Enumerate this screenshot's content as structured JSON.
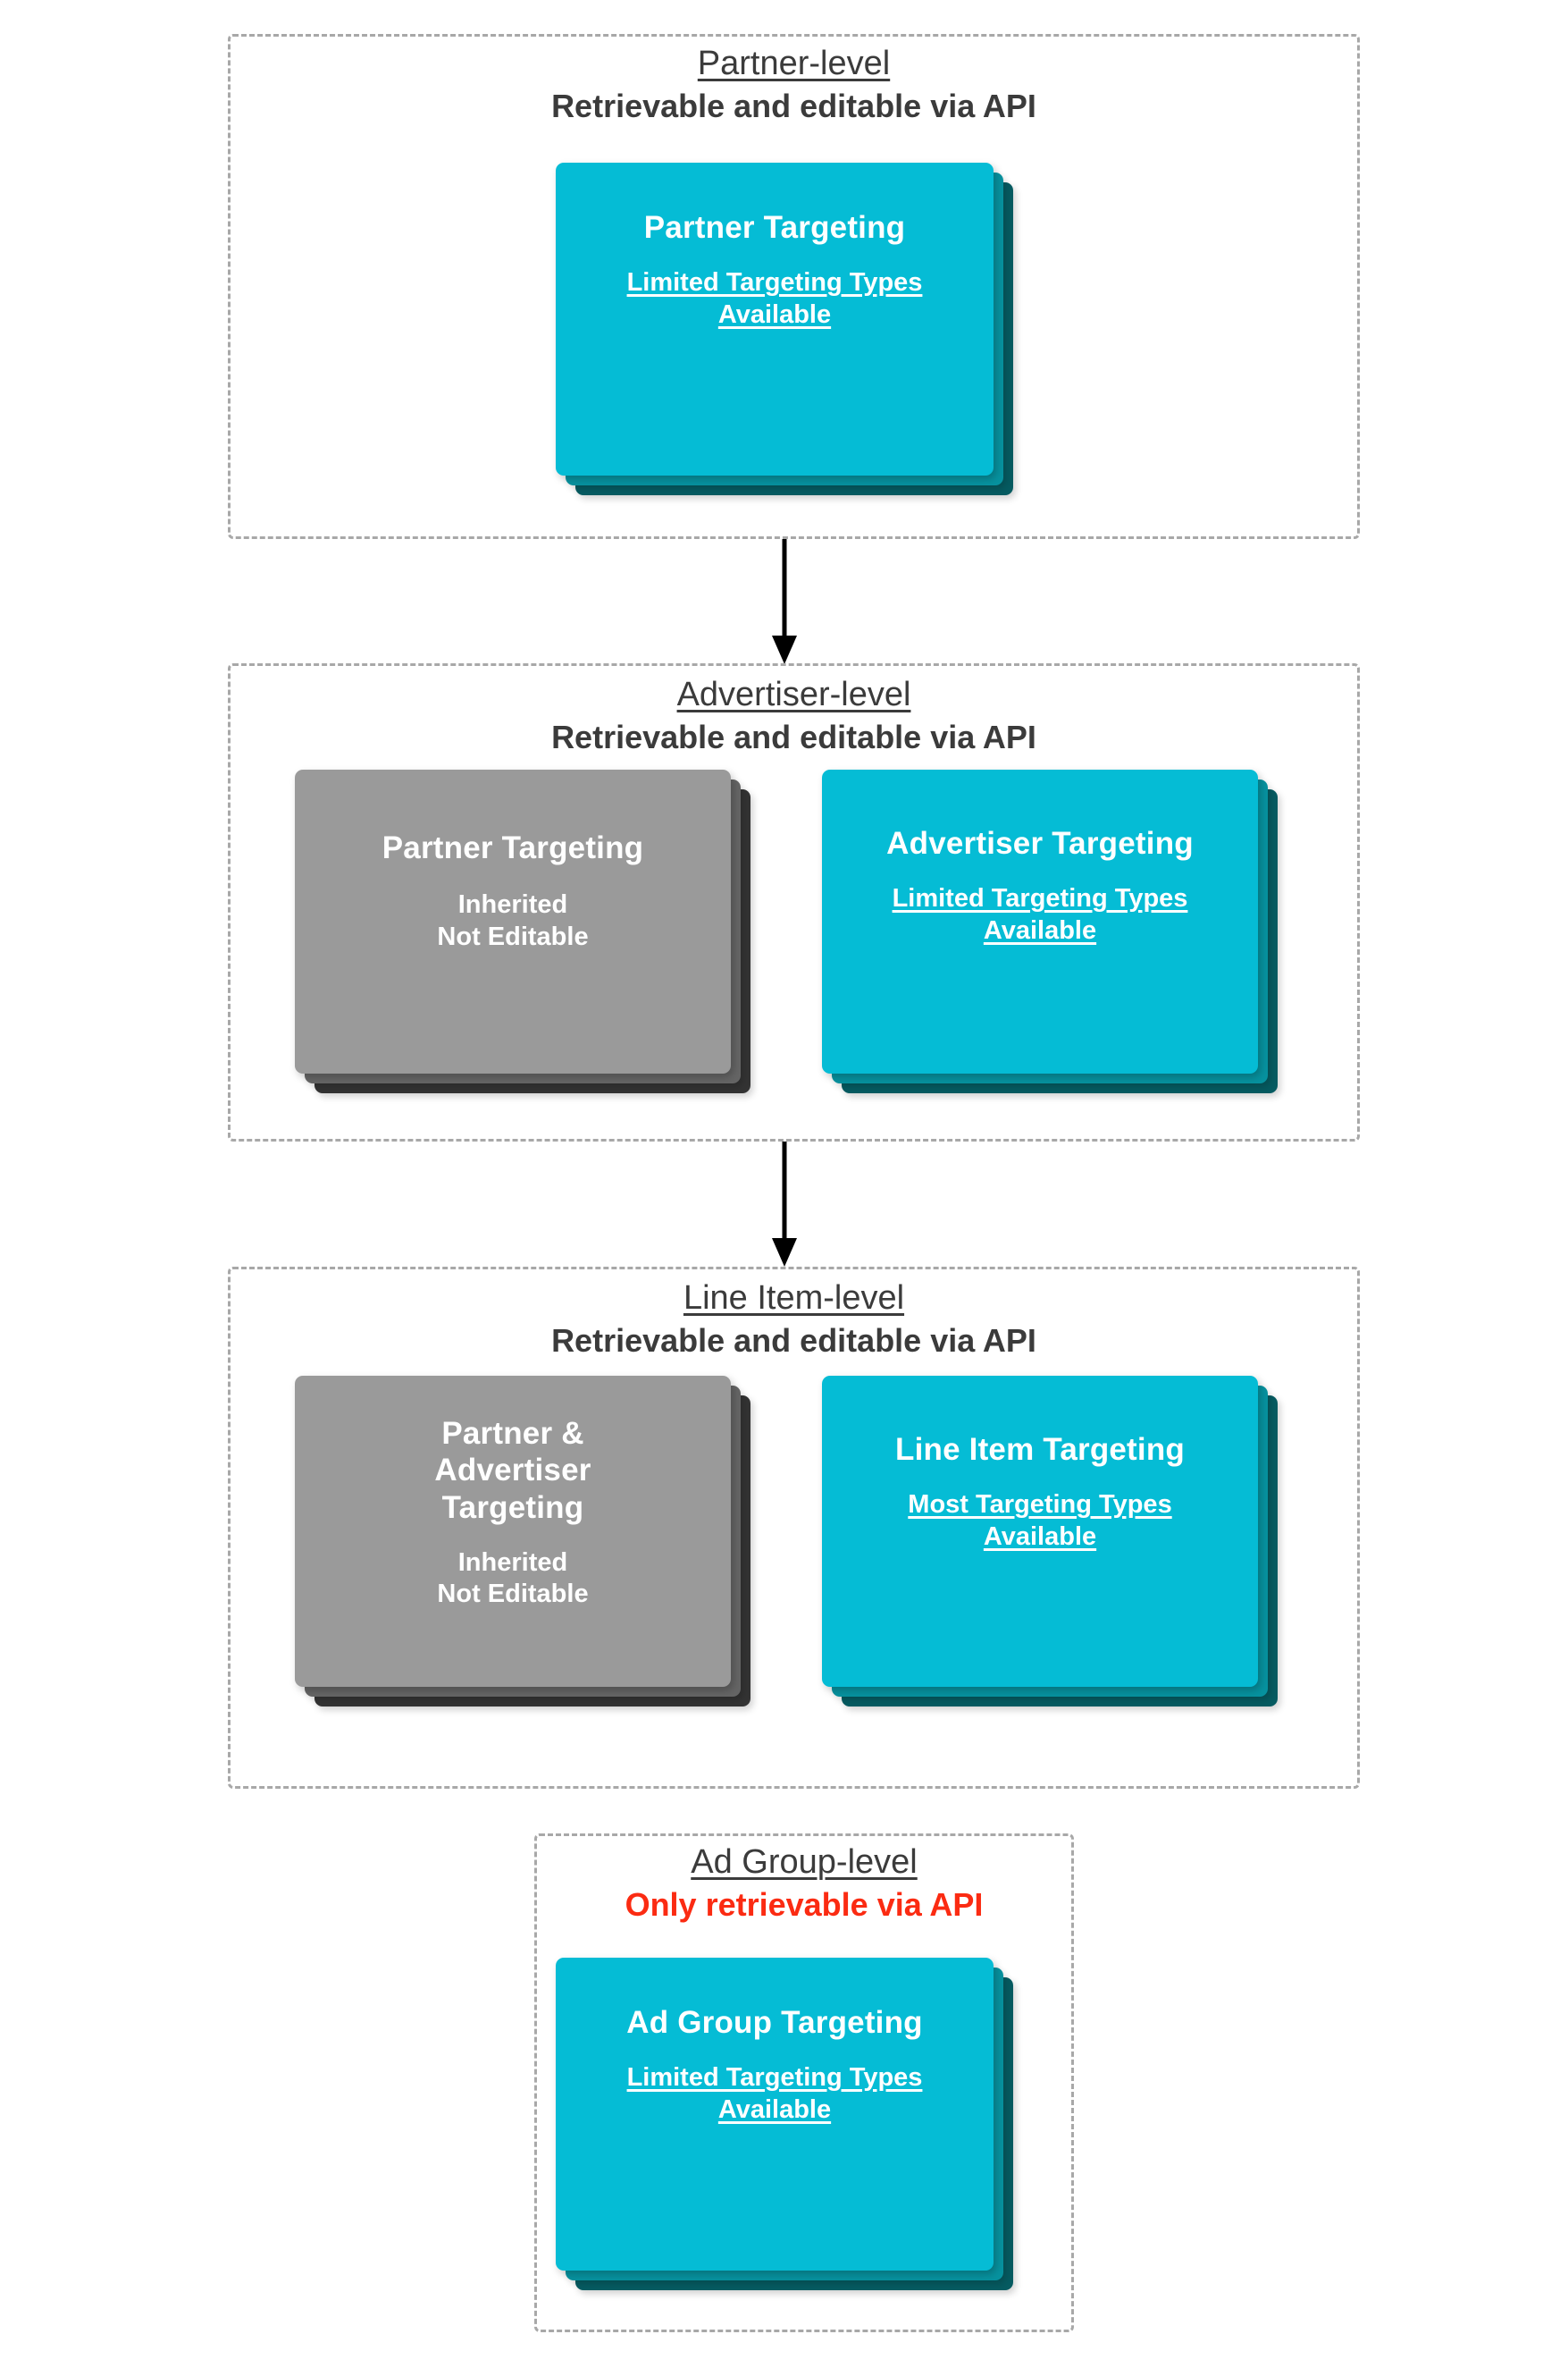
{
  "diagram": {
    "title_text_color": "#3b3b3b",
    "accent_cyan": "#05bcd5",
    "accent_cyan_mid": "#07929f",
    "accent_cyan_back": "#065b61",
    "accent_grey": "#9a9a9a",
    "accent_grey_mid": "#656565",
    "accent_grey_back": "#333333",
    "danger_red": "#fb2b12",
    "dash_border_color": "#a8a8a8"
  },
  "levels": [
    {
      "id": "partner",
      "title": "Partner-level",
      "subtitle": "Retrievable and editable via API",
      "subtitle_is_danger": false,
      "cards": [
        {
          "id": "partner-targeting",
          "style": "cyan",
          "title": "Partner Targeting",
          "sub_line1": "Limited Targeting Types",
          "sub_line2": "Available",
          "sub_underlined": true
        }
      ]
    },
    {
      "id": "advertiser",
      "title": "Advertiser-level",
      "subtitle": "Retrievable and editable via API",
      "subtitle_is_danger": false,
      "cards": [
        {
          "id": "inherited-partner-targeting",
          "style": "grey",
          "title": "Partner Targeting",
          "sub_line1": "Inherited",
          "sub_line2": "Not Editable",
          "sub_underlined": false
        },
        {
          "id": "advertiser-targeting",
          "style": "cyan",
          "title": "Advertiser Targeting",
          "sub_line1": "Limited Targeting Types",
          "sub_line2": "Available",
          "sub_underlined": true
        }
      ]
    },
    {
      "id": "line-item",
      "title": "Line Item-level",
      "subtitle": "Retrievable and editable via API",
      "subtitle_is_danger": false,
      "cards": [
        {
          "id": "inherited-partner-advertiser-targeting",
          "style": "grey",
          "title": "Partner & Advertiser Targeting",
          "sub_line1": "Inherited",
          "sub_line2": "Not Editable",
          "sub_underlined": false
        },
        {
          "id": "line-item-targeting",
          "style": "cyan",
          "title": "Line Item Targeting",
          "sub_line1": "Most Targeting Types",
          "sub_line2": "Available",
          "sub_underlined": true
        }
      ]
    },
    {
      "id": "ad-group",
      "title": "Ad Group-level",
      "subtitle": "Only retrievable via API",
      "subtitle_is_danger": true,
      "cards": [
        {
          "id": "ad-group-targeting",
          "style": "cyan",
          "title": "Ad Group Targeting",
          "sub_line1": "Limited Targeting Types",
          "sub_line2": "Available",
          "sub_underlined": true
        }
      ]
    }
  ]
}
